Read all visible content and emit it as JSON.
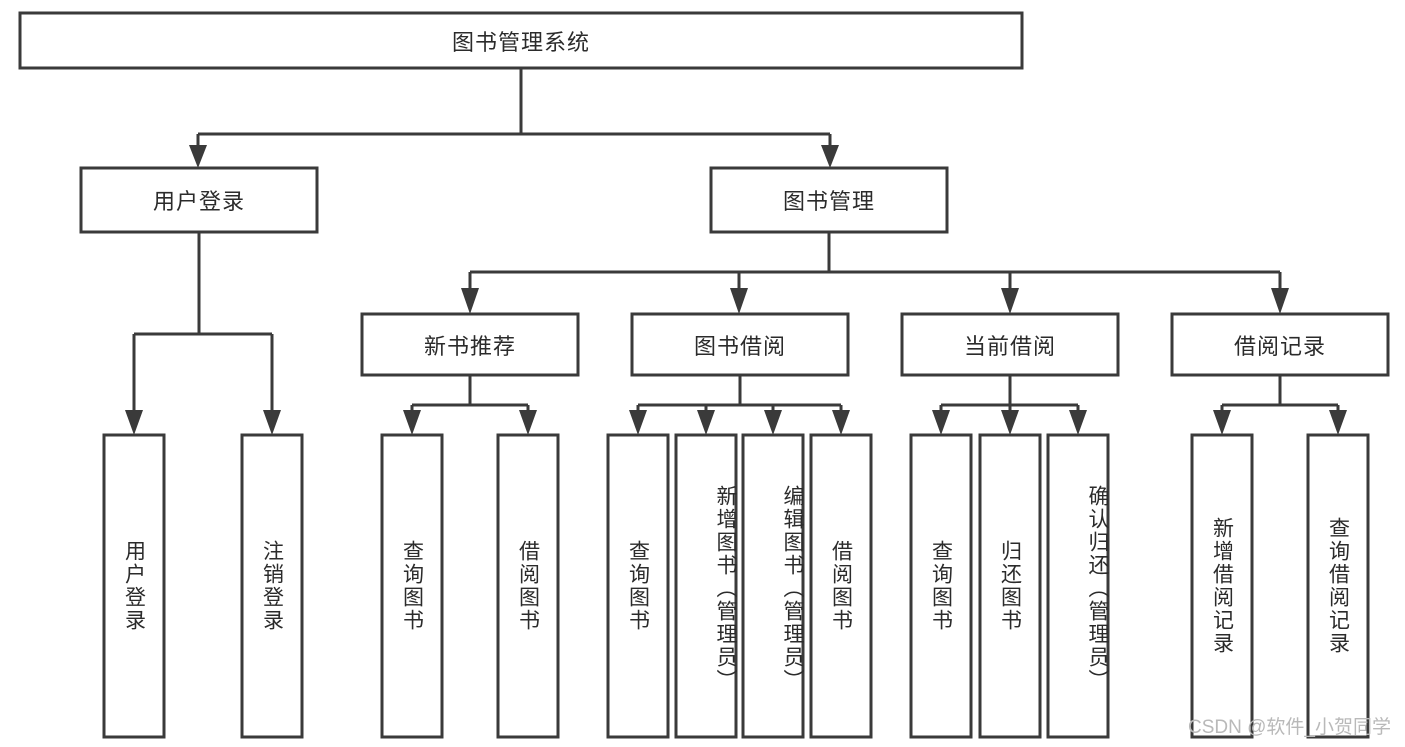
{
  "diagram": {
    "title": "图书管理系统",
    "type": "hierarchy-tree",
    "watermark": "CSDN @软件_小贺同学",
    "colors": {
      "stroke": "#3a3a3a",
      "fill": "#ffffff",
      "text": "#2b2b2b",
      "watermark": "#b9b9b9"
    },
    "root": {
      "label": "图书管理系统"
    },
    "level2": [
      {
        "label": "用户登录"
      },
      {
        "label": "图书管理"
      }
    ],
    "level3": [
      {
        "label": "新书推荐"
      },
      {
        "label": "图书借阅"
      },
      {
        "label": "当前借阅"
      },
      {
        "label": "借阅记录"
      }
    ],
    "leaves": {
      "user_login": [
        {
          "label": "用户登录"
        },
        {
          "label": "注销登录"
        }
      ],
      "new_book": [
        {
          "label": "查询图书"
        },
        {
          "label": "借阅图书"
        }
      ],
      "book_borrow": [
        {
          "label": "查询图书"
        },
        {
          "label": "新增图书（管理员）"
        },
        {
          "label": "编辑图书（管理员）"
        },
        {
          "label": "借阅图书"
        }
      ],
      "current_borrow": [
        {
          "label": "查询图书"
        },
        {
          "label": "归还图书"
        },
        {
          "label": "确认归还（管理员）"
        }
      ],
      "borrow_record": [
        {
          "label": "新增借阅记录"
        },
        {
          "label": "查询借阅记录"
        }
      ]
    }
  }
}
